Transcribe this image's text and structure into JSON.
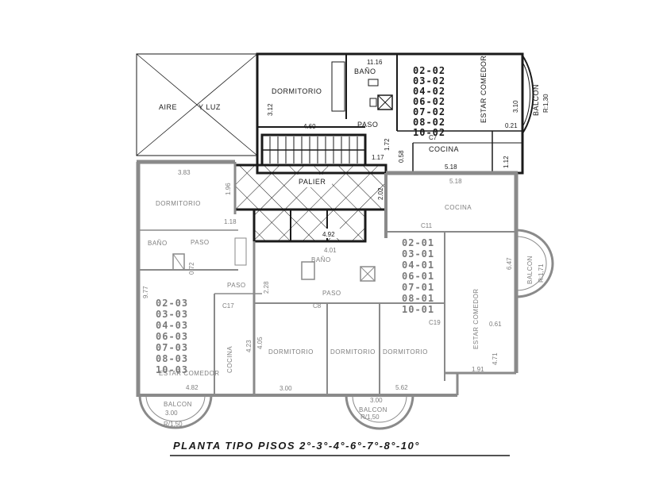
{
  "plan": {
    "title": "PLANTA TIPO PISOS 2°-3°-4°-6°-7°-8°-10°",
    "air_light": {
      "part1": "AIRE",
      "part2": "Y LUZ"
    },
    "palier": "PALIER",
    "unit_north": {
      "dormitorio": "DORMITORIO",
      "bano": "BAÑO",
      "paso": "PASO",
      "cocina": "COCINA",
      "estar_comedor": "ESTAR COMEDOR",
      "balcon": "BALCON",
      "balcon_sub": "R:1,30",
      "units": [
        "02-02",
        "03-02",
        "04-02",
        "06-02",
        "07-02",
        "08-02",
        "10-02"
      ],
      "dims": {
        "d_11_16": "11.16",
        "d_3_12": "3.12",
        "d_4_60": "4.60",
        "d_3_10": "3.10",
        "d_5_18": "5.18",
        "d_1_12": "1.12",
        "d_0_21": "0.21",
        "d_1_17": "1.17",
        "d_0_58": "0.58",
        "d_1_72": "1.72",
        "d_4_92": "4.92",
        "d_2_02": "2.02",
        "c7": "C7"
      }
    },
    "unit_east": {
      "cocina": "COCINA",
      "estar_comedor": "ESTAR COMEDOR",
      "balcon": "BALCON",
      "balcon_sub": "R:1,71",
      "units": [
        "02-01",
        "03-01",
        "04-01",
        "06-01",
        "07-01",
        "08-01",
        "10-01"
      ],
      "dims": {
        "d_5_18": "5.18",
        "d_6_47": "6.47",
        "d_0_61": "0.61",
        "d_1_91": "1.91",
        "d_4_71": "4.71",
        "d_5_62": "5.62",
        "c11": "C11",
        "c19": "C19"
      }
    },
    "unit_west": {
      "dormitorio": "DORMITORIO",
      "bano": "BAÑO",
      "paso": "PASO",
      "cocina": "COCINA",
      "estar_comedor": "ESTAR COMEDOR",
      "balcon": "BALCON",
      "balcon_sub": "R/1,50",
      "units": [
        "02-03",
        "03-03",
        "04-03",
        "06-03",
        "07-03",
        "08-03",
        "10-03"
      ],
      "dims": {
        "d_3_83": "3.83",
        "d_1_96": "1.96",
        "d_1_18": "1.18",
        "d_0_72": "0.72",
        "d_9_77": "9.77",
        "d_4_23": "4.23",
        "d_4_82": "4.82",
        "d_3_00": "3.00",
        "c17": "C17"
      }
    },
    "center": {
      "bano": "BAÑO",
      "paso": "PASO",
      "dormitorios": [
        "DORMITORIO",
        "DORMITORIO",
        "DORMITORIO"
      ],
      "balcon": "BALCON",
      "balcon_sub": "R/1,50",
      "dims": {
        "d_4_01": "4.01",
        "d_2_28": "2.28",
        "d_4_05": "4.05",
        "d_3_00": "3.00",
        "d_3_00b": "3.00",
        "d_5_62": "5.62",
        "c8": "C8"
      }
    }
  }
}
